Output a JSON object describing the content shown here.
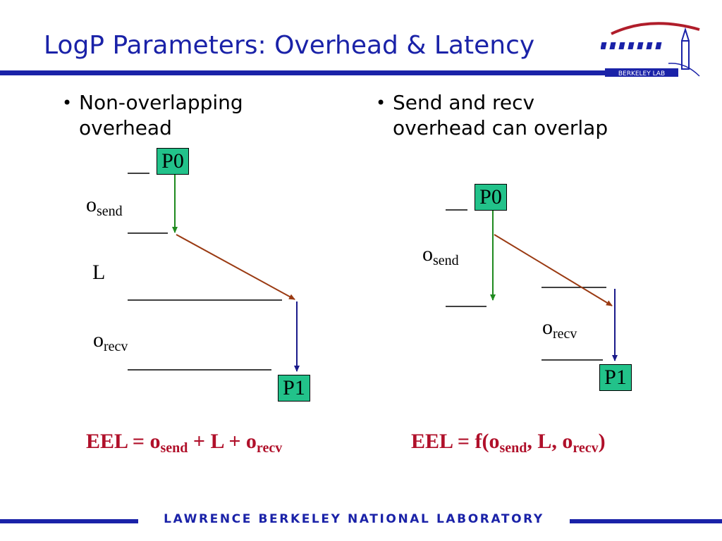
{
  "header": {
    "title": "LogP Parameters: Overhead & Latency",
    "logo_text": "BERKELEY LAB"
  },
  "left": {
    "bullet_line1": "Non-overlapping",
    "bullet_line2": "overhead",
    "p0": "P0",
    "p1": "P1",
    "osend_base": "o",
    "osend_sub": "send",
    "latency": "L",
    "orecv_base": "o",
    "orecv_sub": "recv",
    "eel_prefix": "EEL = o",
    "eel_sub1": "send",
    "eel_mid": " + L + o",
    "eel_sub2": "recv"
  },
  "right": {
    "bullet_line1": "Send and recv",
    "bullet_line2": "overhead can overlap",
    "p0": "P0",
    "p1": "P1",
    "osend_base": "o",
    "osend_sub": "send",
    "orecv_base": "o",
    "orecv_sub": "recv",
    "eel_prefix": "EEL = f(o",
    "eel_sub1": "send",
    "eel_mid": ", L, o",
    "eel_sub2": "recv",
    "eel_suffix": ")"
  },
  "footer": {
    "text": "LAWRENCE BERKELEY NATIONAL LABORATORY"
  },
  "colors": {
    "title_blue": "#1a22a8",
    "box_green": "#22c28a",
    "eel_red": "#b0102a",
    "arrow_green": "#1f8a1f",
    "arrow_brown": "#9a3a12",
    "arrow_navy": "#1a1a8a"
  }
}
